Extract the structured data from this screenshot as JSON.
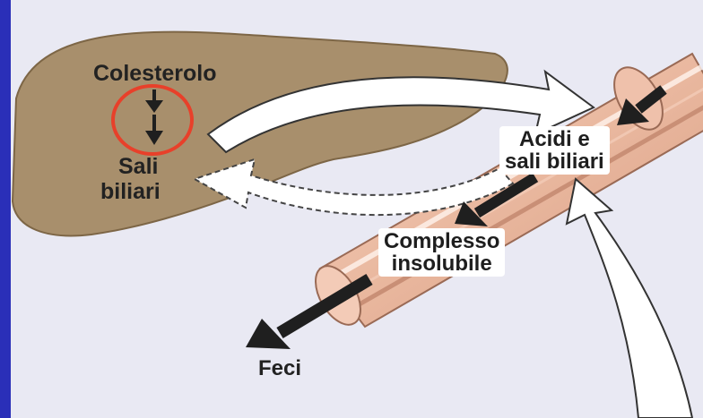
{
  "diagram": {
    "labels": {
      "cholesterol": "Colesterolo",
      "bile_salts_line1": "Sali",
      "bile_salts_line2": "biliari",
      "acids_line1": "Acidi e",
      "acids_line2": "sali biliari",
      "complex_line1": "Complesso",
      "complex_line2": "insolubile",
      "feces": "Feci"
    },
    "colors": {
      "liver": "#a88f6c",
      "intestine": "#e9b79e",
      "intestine_stripe": "#c98f76",
      "arrow_fill": "#ffffff",
      "dark_arrow": "#1f1f1f",
      "highlight_circle": "#e8402a",
      "frame": "#2a2fb8"
    }
  }
}
